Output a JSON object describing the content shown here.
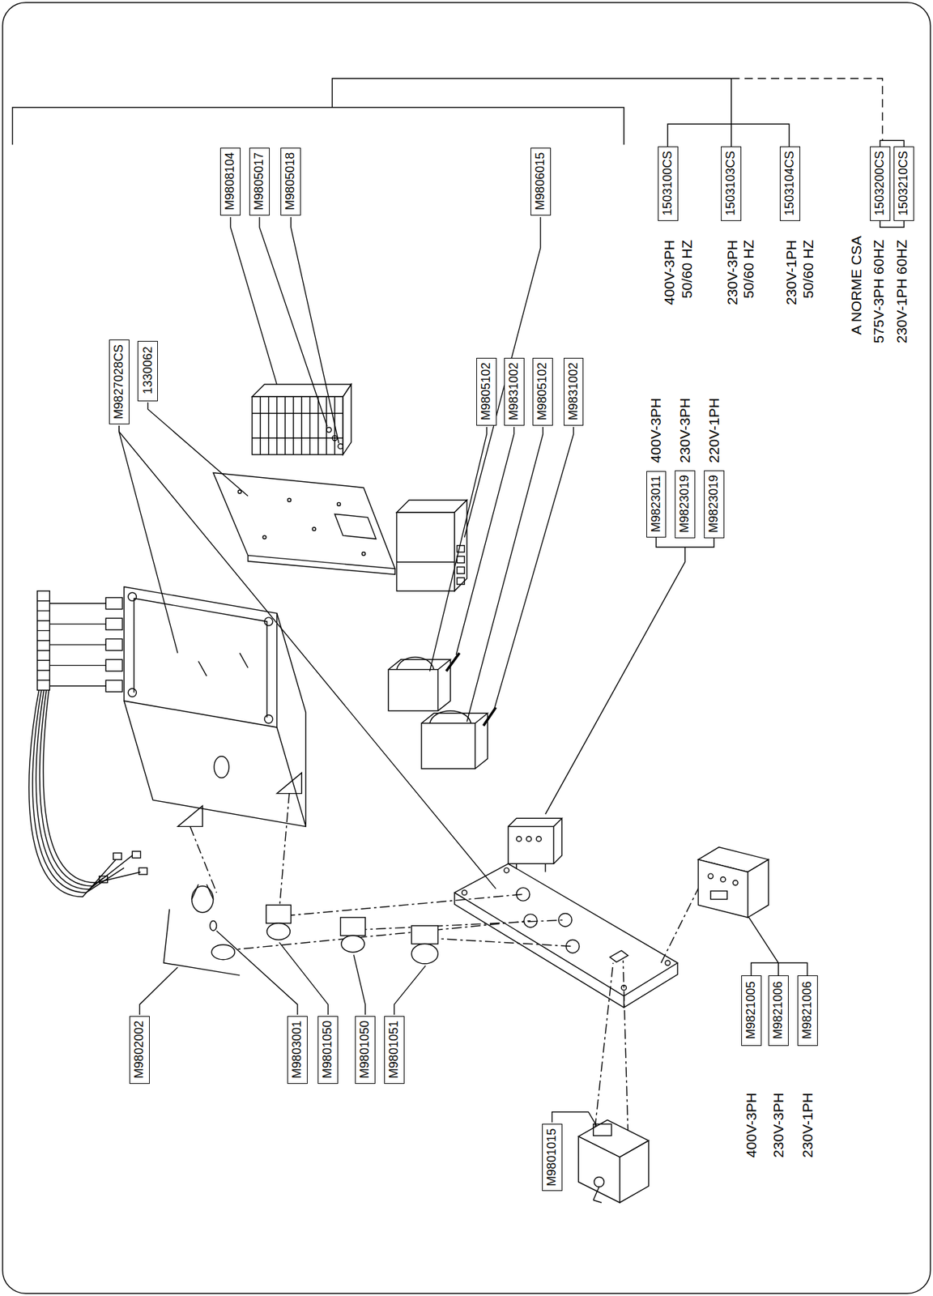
{
  "diagram": {
    "nodes": [
      {
        "text": [
          "M9808104"
        ]
      },
      {
        "text": [
          "M9805017"
        ]
      },
      {
        "text": [
          "M9805018"
        ]
      },
      {
        "text": [
          "M9806015"
        ]
      },
      {
        "text": [
          "1503100CS"
        ]
      },
      {
        "text": [
          "1503103CS"
        ]
      },
      {
        "text": [
          "1503104CS"
        ]
      },
      {
        "text": [
          "1503200CS"
        ]
      },
      {
        "text": [
          "1503210CS"
        ]
      },
      {
        "text": [
          "M9827028CS"
        ]
      },
      {
        "text": [
          "1330062"
        ]
      },
      {
        "text": [
          "M9805102"
        ]
      },
      {
        "text": [
          "M9831002"
        ]
      },
      {
        "text": [
          "M9805102"
        ]
      },
      {
        "text": [
          "M9831002"
        ]
      },
      {
        "text": [
          "M9823011"
        ]
      },
      {
        "text": [
          "M9823019"
        ]
      },
      {
        "text": [
          "M9823019"
        ]
      },
      {
        "text": [
          "M9802002"
        ]
      },
      {
        "text": [
          "M9803001"
        ]
      },
      {
        "text": [
          "M9801050"
        ]
      },
      {
        "text": [
          "M9801050"
        ]
      },
      {
        "text": [
          "M9801051"
        ]
      },
      {
        "text": [
          "M9821005"
        ]
      },
      {
        "text": [
          "M9821006"
        ]
      },
      {
        "text": [
          "M9821006"
        ]
      },
      {
        "text": [
          "M9801015"
        ]
      }
    ],
    "labels": [
      "400V-3PH",
      "50/60 HZ",
      "230V-3PH",
      "50/60 HZ",
      "230V-1PH",
      "50/60 HZ",
      "A NORME CSA",
      "575V-3PH 60HZ",
      "230V-1PH 60HZ",
      "400V-3PH",
      "230V-3PH",
      "220V-1PH",
      "400V-3PH",
      "230V-3PH",
      "230V-1PH"
    ]
  }
}
